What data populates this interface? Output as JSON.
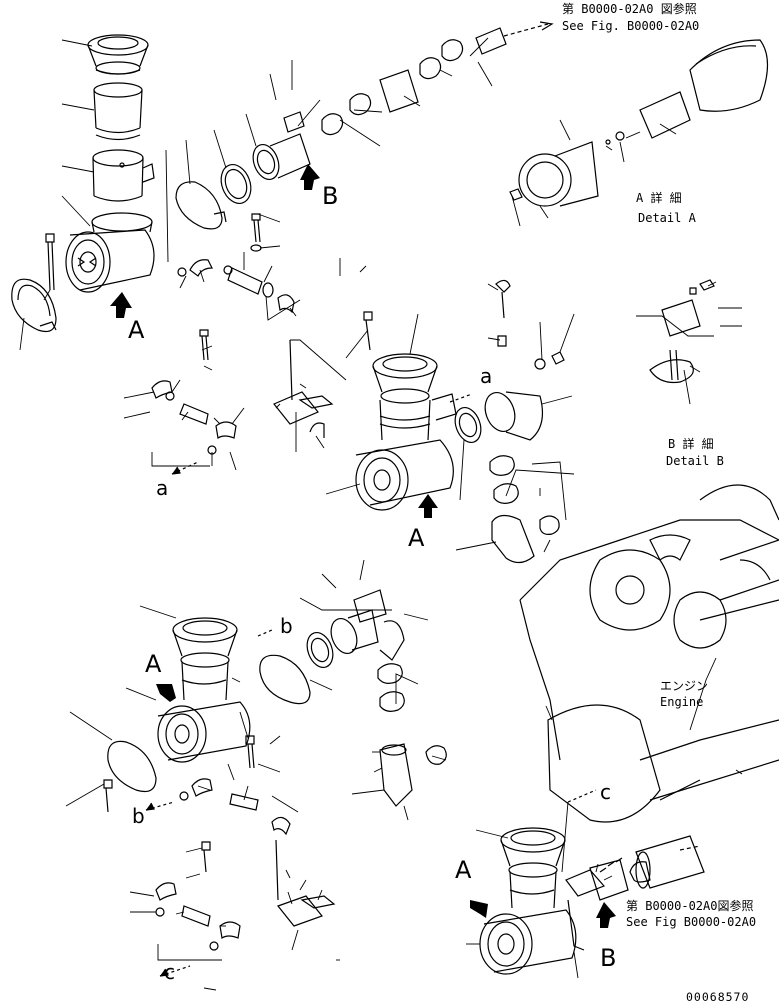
{
  "references": {
    "top_ref_jp": "第 B0000-02A0 図参照",
    "top_ref_en": "See Fig. B0000-02A0",
    "bottom_ref_jp": "第 B0000-02A0図参照",
    "bottom_ref_en": "See Fig B0000-02A0"
  },
  "details": {
    "detail_a_jp": "A 詳 細",
    "detail_a_en": "Detail A",
    "detail_b_jp": "B 詳 細",
    "detail_b_en": "Detail B"
  },
  "engine": {
    "jp": "エンジン",
    "en": "Engine"
  },
  "callouts": {
    "A1": "A",
    "B1": "B",
    "a1": "a",
    "a2": "a",
    "A2": "A",
    "A3": "A",
    "b1": "b",
    "b2": "b",
    "A4": "A",
    "B2": "B",
    "c1": "c",
    "c2": "c"
  },
  "drawing_number": "00068570"
}
